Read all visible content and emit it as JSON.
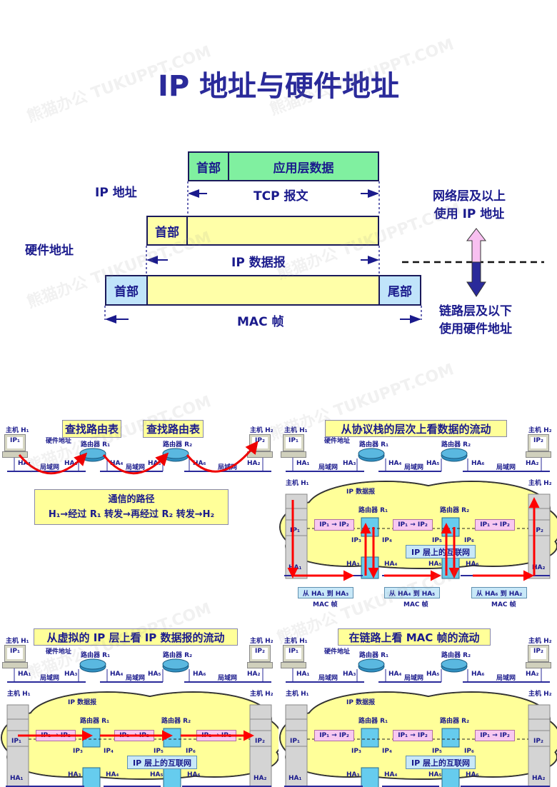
{
  "title": "IP 地址与硬件地址",
  "diagram": {
    "row1": {
      "header": "首部",
      "body": "应用层数据"
    },
    "tcp_label": "TCP 报文",
    "ip_addr_label": "IP 地址",
    "row2": {
      "header": "首部"
    },
    "hw_addr_label": "硬件地址",
    "ip_datagram_label": "IP 数据报",
    "row3": {
      "header": "首部",
      "trailer": "尾部"
    },
    "mac_label": "MAC 帧",
    "upper_note": [
      "网络层及以上",
      "使用 IP 地址"
    ],
    "lower_note": [
      "链路层及以下",
      "使用硬件地址"
    ],
    "colors": {
      "green": "#80f0a0",
      "yellow": "#ffffa8",
      "blue": "#c0e4fa",
      "navy": "#2a2a9a",
      "pink": "#f8c0f0"
    }
  },
  "net": {
    "host1": "主机 H₁",
    "host2": "主机 H₂",
    "ip1": "IP₁",
    "ip2": "IP₂",
    "ip3": "IP₃",
    "ip4": "IP₄",
    "ip5": "IP₅",
    "ip6": "IP₆",
    "hw": "硬件地址",
    "r1": "路由器 R₁",
    "r2": "路由器 R₂",
    "ha1": "HA₁",
    "ha2": "HA₂",
    "ha3": "HA₃",
    "ha4": "HA₄",
    "ha5": "HA₅",
    "ha6": "HA₆",
    "lan": "局域网",
    "datagram": "IP 数据报",
    "flow": "IP₁ → IP₂",
    "internet": "IP 层上的互联网",
    "frames": [
      "从 HA₁ 到 HA₃",
      "从 HA₄ 到 HA₅",
      "从 HA₆ 到 HA₂"
    ],
    "mac": "MAC 帧"
  },
  "panels": [
    {
      "lookup": [
        "查找路由表",
        "查找路由表"
      ],
      "path_title": "通信的路径",
      "path_text": "H₁→经过 R₁ 转发→再经过 R₂ 转发→H₂"
    },
    {
      "title": "从协议栈的层次上看数据的流动"
    },
    {
      "title": "从虚拟的 IP 层上看 IP 数据报的流动"
    },
    {
      "title": "在链路上看 MAC 帧的流动"
    }
  ],
  "watermark": "熊猫办公 TUKUPPT.COM"
}
